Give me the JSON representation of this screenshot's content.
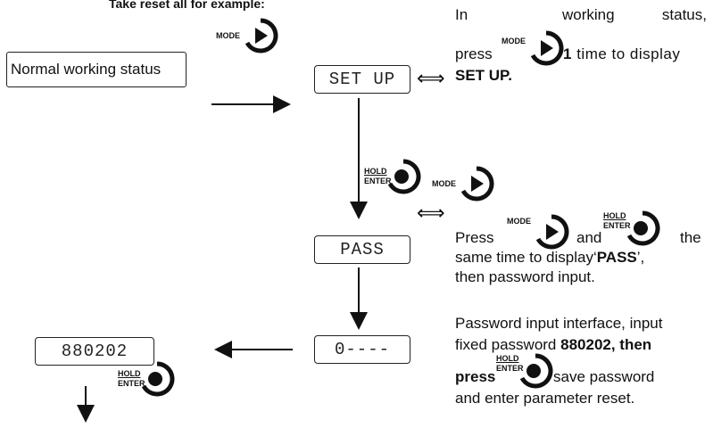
{
  "heading": "Take reset all for example:",
  "status_box": "Normal working status",
  "displays": {
    "setup": "SET UP",
    "pass": "PASS",
    "zero": "0----",
    "pw": "880202"
  },
  "keys": {
    "mode": "MODE",
    "hold": "HOLD",
    "enter": "ENTER"
  },
  "step1": {
    "line1_a": "In",
    "line1_b": "working",
    "line1_c": "status,",
    "press": "press",
    "count": "1",
    "after": " time to display",
    "result": "SET UP."
  },
  "step2": {
    "press": "Press",
    "and": "and",
    "the": "the",
    "line2_a": "same time to display‘",
    "line2_b": "PASS",
    "line2_c": "’,",
    "line3": "then password input."
  },
  "step3": {
    "line1": "Password input interface, input",
    "line2_a": "fixed password ",
    "line2_b": "880202, then",
    "press": "press",
    "after": "save password",
    "line4": "and enter parameter reset."
  },
  "arrow_symbol": "⟺"
}
